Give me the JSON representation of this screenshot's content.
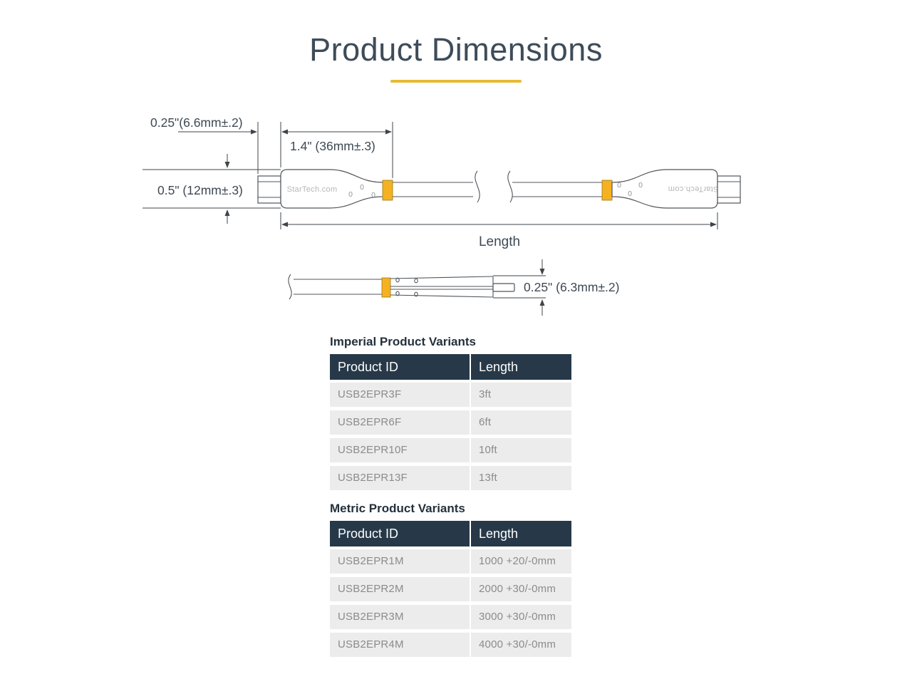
{
  "title": {
    "text": "Product Dimensions",
    "underline_color": "#E8BA34"
  },
  "diagram": {
    "brand": "StarTech.com",
    "mold_mark": "0",
    "accent_color": "#F4B223",
    "line_color": "#51565B",
    "labels": {
      "tip_length": "0.25\"(6.6mm±.2)",
      "body_length": "1.4\" (36mm±.3)",
      "connector_height": "0.5\" (12mm±.3)",
      "cable_length": "Length",
      "connector_thickness": "0.25\" (6.3mm±.2)"
    }
  },
  "tables": {
    "header_bg": "#273949",
    "row_bg": "#ECECEC",
    "imperial": {
      "title": "Imperial Product Variants",
      "columns": {
        "product_id": "Product ID",
        "length": "Length"
      },
      "rows": [
        {
          "product_id": "USB2EPR3F",
          "length": "3ft"
        },
        {
          "product_id": "USB2EPR6F",
          "length": "6ft"
        },
        {
          "product_id": "USB2EPR10F",
          "length": "10ft"
        },
        {
          "product_id": "USB2EPR13F",
          "length": "13ft"
        }
      ]
    },
    "metric": {
      "title": "Metric Product Variants",
      "columns": {
        "product_id": "Product ID",
        "length": "Length"
      },
      "rows": [
        {
          "product_id": "USB2EPR1M",
          "length": "1000 +20/-0mm"
        },
        {
          "product_id": "USB2EPR2M",
          "length": "2000 +30/-0mm"
        },
        {
          "product_id": "USB2EPR3M",
          "length": "3000 +30/-0mm"
        },
        {
          "product_id": "USB2EPR4M",
          "length": "4000 +30/-0mm"
        }
      ]
    }
  }
}
